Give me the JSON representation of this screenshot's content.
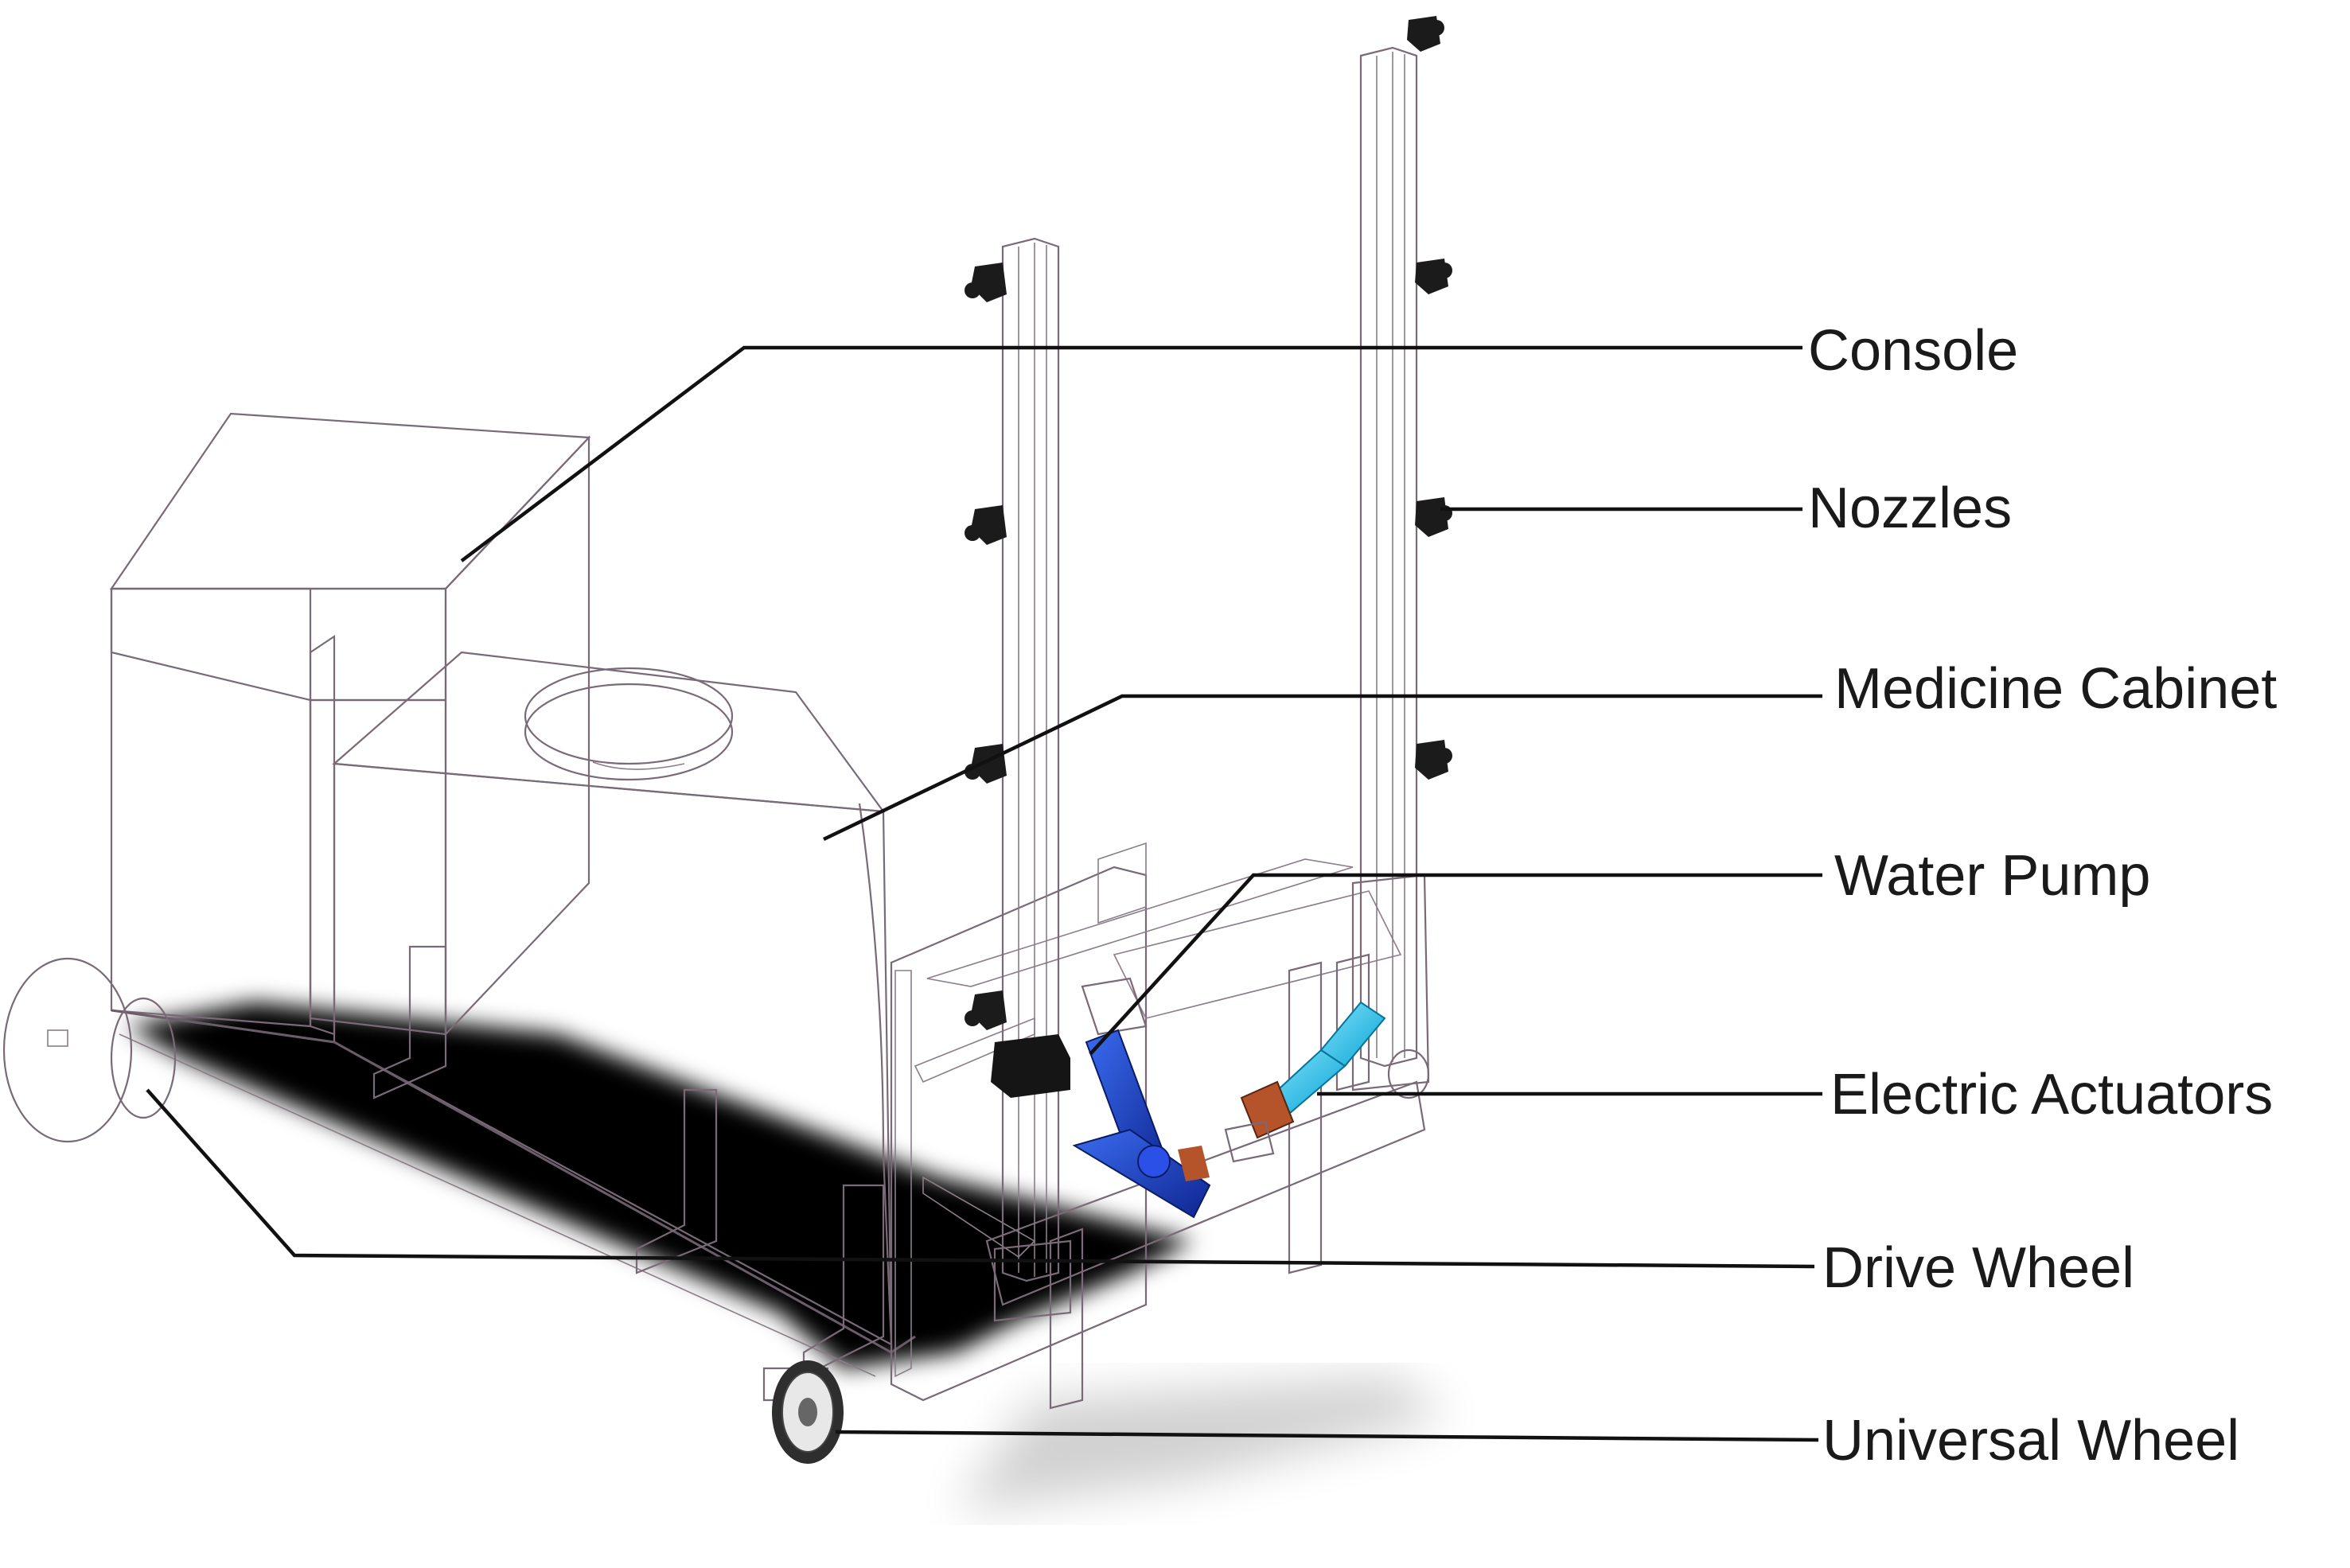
{
  "figure": {
    "colors": {
      "body_fill": "#f7eef6",
      "body_shade": "#ecd9ea",
      "edge": "#7a6a78",
      "actuator_blue": "#1f3fbf",
      "actuator_cyan": "#1fc4f0",
      "motor_orange": "#b5532a",
      "nozzle": "#1b1b1b",
      "shadow": "#000000"
    },
    "labels": {
      "console": "Console",
      "nozzles": "Nozzles",
      "medicine_cabinet": "Medicine Cabinet",
      "water_pump": "Water Pump",
      "electric_actuators": "Electric Actuators",
      "drive_wheel": "Drive Wheel",
      "universal_wheel": "Universal Wheel"
    }
  }
}
